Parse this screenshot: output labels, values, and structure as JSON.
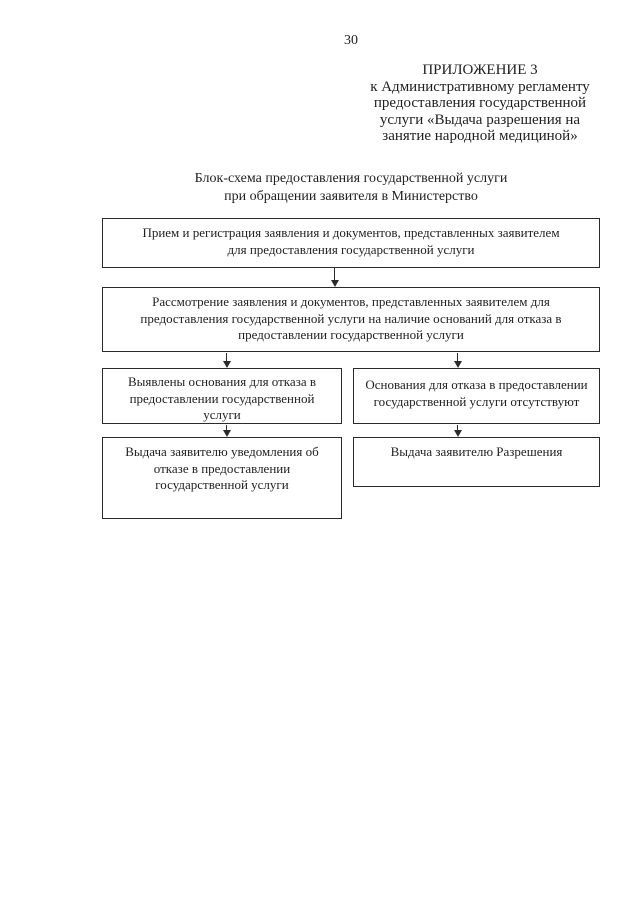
{
  "page": {
    "number": "30"
  },
  "appendix": {
    "lines": [
      "ПРИЛОЖЕНИЕ 3",
      "к Административному регламенту",
      "предоставления государственной",
      "услуги «Выдача разрешения на",
      "занятие народной медициной»"
    ]
  },
  "title": {
    "lines": [
      "Блок-схема предоставления государственной услуги",
      "при обращении заявителя в Министерство"
    ]
  },
  "flowchart": {
    "box_receive": {
      "lines": [
        "Прием и регистрация заявления и документов, представленных заявителем",
        "для предоставления государственной услуги"
      ]
    },
    "box_review": {
      "lines": [
        "Рассмотрение заявления и документов, представленных заявителем для",
        "предоставления государственной услуги на наличие оснований для отказа в",
        "предоставлении государственной услуги"
      ]
    },
    "box_refusal_found": {
      "lines": [
        "Выявлены основания для отказа в",
        "предоставлении государственной",
        "услуги"
      ]
    },
    "box_no_refusal": {
      "lines": [
        "Основания для отказа в предоставлении",
        "государственной услуги отсутствуют"
      ]
    },
    "box_issue_notice": {
      "lines": [
        "Выдача заявителю уведомления об",
        "отказе в предоставлении",
        "государственной услуги"
      ]
    },
    "box_issue_permit": {
      "lines": [
        "Выдача заявителю Разрешения"
      ]
    }
  }
}
